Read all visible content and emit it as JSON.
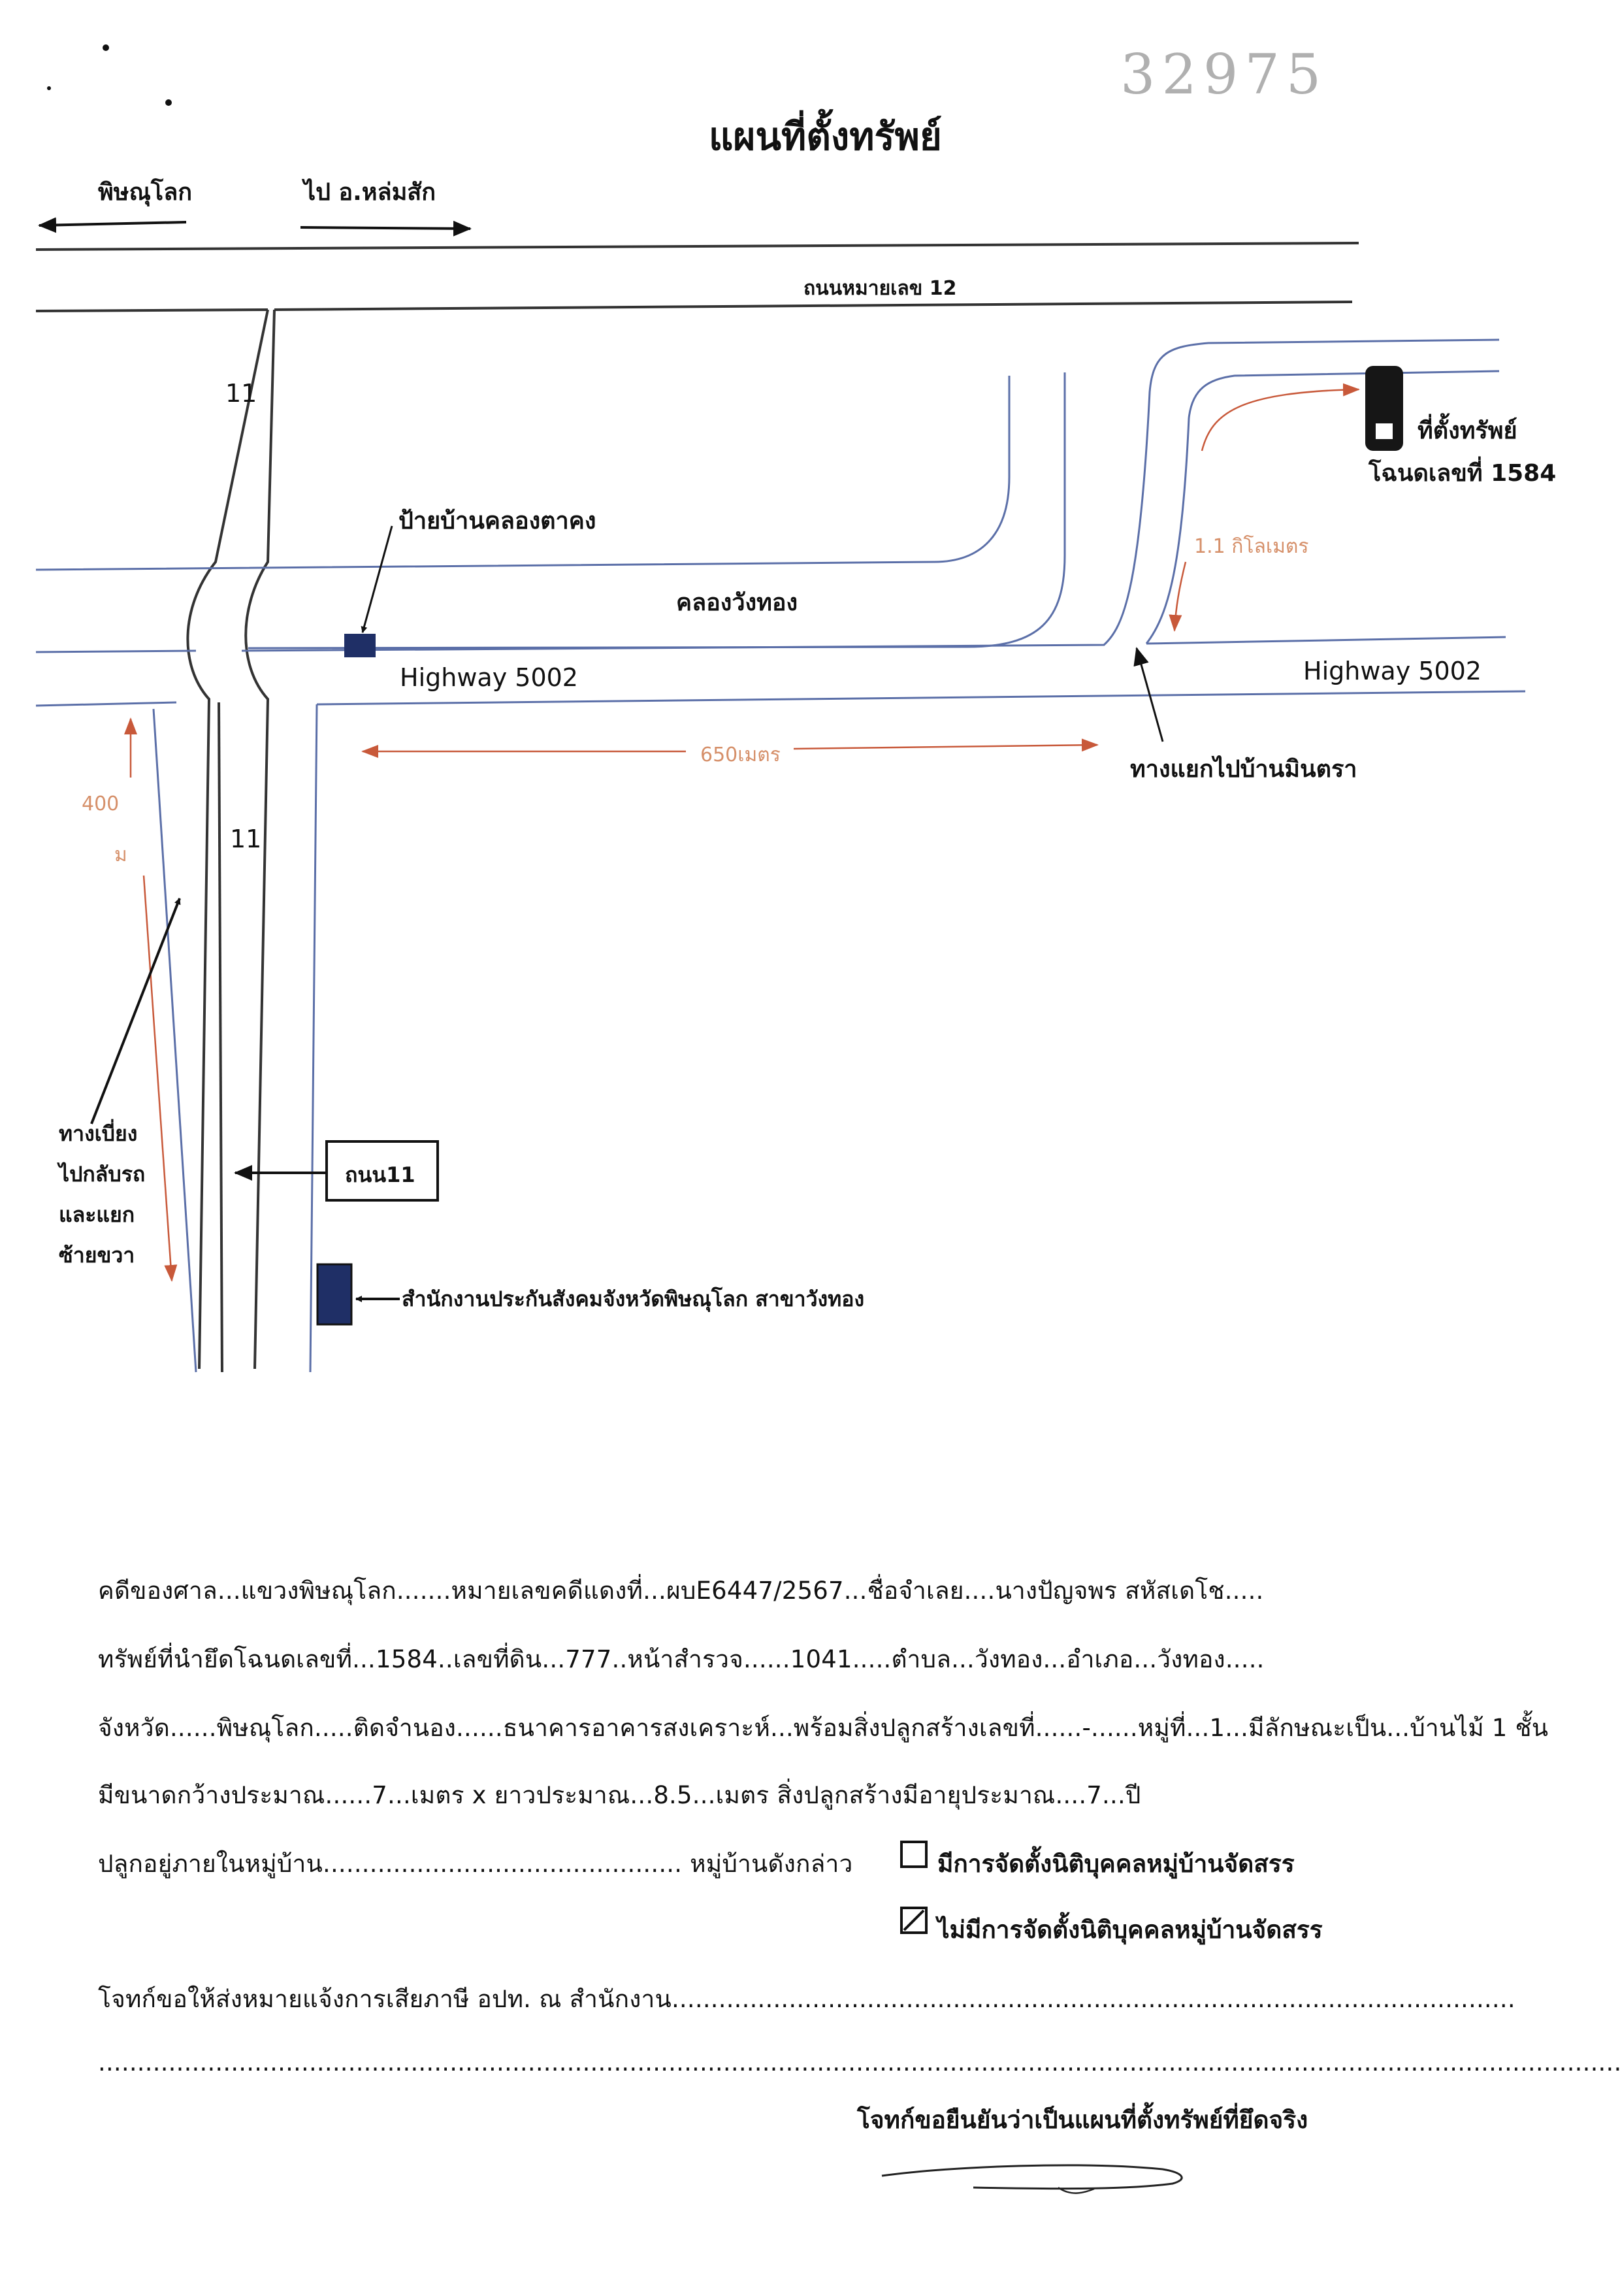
{
  "header": {
    "title": "แผนที่ตั้งทรัพย์",
    "handwritten_number": "32975"
  },
  "map": {
    "directions": {
      "left": "พิษณุโลก",
      "right": "ไป อ.หล่มสัก"
    },
    "road_12": "ถนนหมายเลข 12",
    "road_11_top": "11",
    "road_11_bottom": "11",
    "sign_label": "ป้ายบ้านคลองตาคง",
    "canal": "คลองวังทอง",
    "highway_left": "Highway 5002",
    "highway_right": "Highway 5002",
    "distance_650": "650เมตร",
    "distance_400": "400",
    "distance_400_unit": "ม",
    "distance_1_1": "1.1 กิโลเมตร",
    "junction": "ทางแยกไปบ้านมินตรา",
    "property_label": "ที่ตั้งทรัพย์",
    "deed_label": "โฉนดเลขที่ 1584",
    "uturn_lines": [
      "ทางเบี่ยง",
      "ไปกลับรถ",
      "และแยก",
      "ซ้ายขวา"
    ],
    "road_box": "ถนน11",
    "office": "สำนักงานประกันสังคมจังหวัดพิษณุโลก สาขาวังทอง"
  },
  "form": {
    "line1": "คดีของศาล...แขวงพิษณุโลก.......หมายเลขคดีแดงที่...ผบE6447/2567...ชื่อจำเลย....นางปัญจพร  สหัสเดโช.....",
    "line2": "ทรัพย์ที่นำยึดโฉนดเลขที่...1584..เลขที่ดิน...777..หน้าสำรวจ......1041.....ตำบล...วังทอง...อำเภอ...วังทอง.....",
    "line3": "จังหวัด......พิษณุโลก.....ติดจำนอง......ธนาคารอาคารสงเคราะห์...พร้อมสิ่งปลูกสร้างเลขที่......-......หมู่ที่...1...มีลักษณะเป็น...บ้านไม้ 1 ชั้น",
    "line4": "มีขนาดกว้างประมาณ......7...เมตร x ยาวประมาณ...8.5...เมตร สิ่งปลูกสร้างมีอายุประมาณ....7...ปี",
    "line5": "ปลูกอยู่ภายในหมู่บ้าน.............................................. หมู่บ้านดังกล่าว",
    "option1": "มีการจัดตั้งนิติบุคคลหมู่บ้านจัดสรร",
    "option1_checked": false,
    "option2": "ไม่มีการจัดตั้งนิติบุคคลหมู่บ้านจัดสรร",
    "option2_checked": true,
    "line6": "โจทก์ขอให้ส่งหมายแจ้งการเสียภาษี อปท. ณ สำนักงาน............................................................................................................",
    "line7": "...................................................................................................................................................................................................",
    "confirm": "โจทก์ขอยืนยันว่าเป็นแผนที่ตั้งทรัพย์ที่ยึดจริง"
  }
}
